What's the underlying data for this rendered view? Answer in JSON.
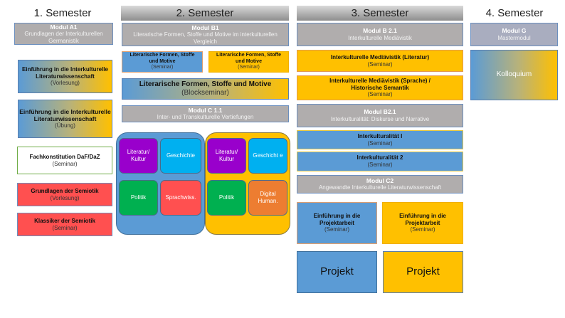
{
  "semesters": [
    {
      "title": "1. Semester"
    },
    {
      "title": "2. Semester"
    },
    {
      "title": "3. Semester"
    },
    {
      "title": "4. Semester"
    }
  ],
  "sem1": {
    "module": {
      "title": "Modul A1",
      "subtitle": "Grundlagen der Interkulturellen Germanistik"
    },
    "courses": [
      {
        "title": "Einführung in die Interkulturelle Literaturwissenschaft",
        "type": "(Vorlesung)"
      },
      {
        "title": "Einführung in die Interkulturelle Literaturwissenschaft",
        "type": "(Übung)"
      },
      {
        "title": "Fachkonstitution DaF/DaZ",
        "type": "(Seminar)"
      },
      {
        "title": "Grundlagen der Semiotik",
        "type": "(Vorlesung)"
      },
      {
        "title": "Klassiker der Semiotik",
        "type": "(Seminar)"
      }
    ]
  },
  "sem2": {
    "module_b1": {
      "title": "Modul B1",
      "subtitle": "Literarische Formen, Stoffe und Motive im interkulturellen Vergleich"
    },
    "courses": [
      {
        "title": "Literarische Formen, Stoffe und Motive",
        "type": "(Seminar)"
      },
      {
        "title": "Literarische Formen, Stoffe und Motive",
        "type": "(Seminar)"
      },
      {
        "title": "Literarische Formen, Stoffe und Motive",
        "type": "(Blockseminar)"
      }
    ],
    "module_c11": {
      "title": "Modul C 1.1",
      "subtitle": "Inter- und Transkulturelle Vertiefungen"
    },
    "blue_group": [
      "Literatur/ Kultur",
      "Geschichte",
      "Politik",
      "Sprachwiss."
    ],
    "gold_group": [
      "Literatur/ Kultur",
      "Geschicht e",
      "Politik",
      "Digital Human."
    ]
  },
  "sem3": {
    "module_b21": {
      "title": "Modul B 2.1",
      "subtitle": "Interkulturelle Mediävistik"
    },
    "courses_b21": [
      {
        "title": "Interkulturelle Mediävistik (Literatur)",
        "type": "(Seminar)"
      },
      {
        "title": "Interkulturelle Mediävistik (Sprache) / Historische Semantik",
        "type": "(Seminar)"
      }
    ],
    "module_b21b": {
      "title": "Modul B2.1",
      "subtitle": "Interkulturalität: Diskurse und Narrative"
    },
    "courses_b21b": [
      {
        "title": "Interkulturalität I",
        "type": "(Seminar)"
      },
      {
        "title": "Interkulturalität 2",
        "type": "(Seminar)"
      }
    ],
    "module_c2": {
      "title": "Modul C2",
      "subtitle": "Angewandte Interkulturelle Literaturwissenschaft"
    },
    "courses_c2": [
      {
        "title": "Einführung in die Projektarbeit",
        "type": "(Seminar)"
      },
      {
        "title": "Einführung in die Projektarbeit",
        "type": "(Seminar)"
      }
    ],
    "projects": [
      "Projekt",
      "Projekt"
    ]
  },
  "sem4": {
    "module_g": {
      "title": "Modul G",
      "subtitle": "Mastermodul"
    },
    "kolloquium": "Kolloquium"
  },
  "colors": {
    "blue": "#5b9bd5",
    "gold": "#ffc000",
    "grey_module": "#b0adad",
    "red": "#ff5050",
    "purple": "#9900cc",
    "cyan": "#00b0f0",
    "green": "#00b050",
    "orange": "#ed7d31"
  }
}
